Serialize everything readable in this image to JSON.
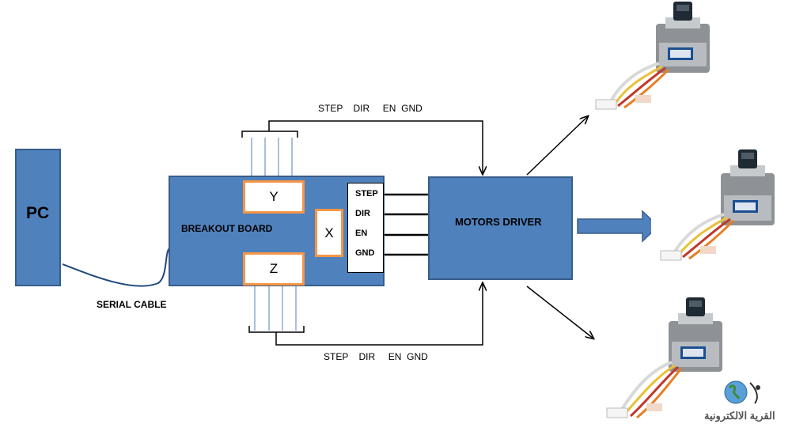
{
  "pc": {
    "label": "PC"
  },
  "serial_cable": {
    "label": "SERIAL CABLE"
  },
  "breakout_board": {
    "label": "BREAKOUT BOARD",
    "axis_y": "Y",
    "axis_x": "X",
    "axis_z": "Z",
    "signals": [
      "STEP",
      "DIR",
      "EN",
      "GND"
    ]
  },
  "motors_driver": {
    "label": "MOTORS DRIVER"
  },
  "top_bus_label": "STEP    DIR     EN  GND",
  "bottom_bus_label": "STEP    DIR     EN  GND",
  "watermark": {
    "text": "القرية الالكترونية"
  },
  "colors": {
    "box_fill": "#4f81bd",
    "box_border": "#385d8a",
    "axis_border": "#f79646",
    "cable": "#1f497d",
    "bus_lines": "#4f81bd"
  }
}
